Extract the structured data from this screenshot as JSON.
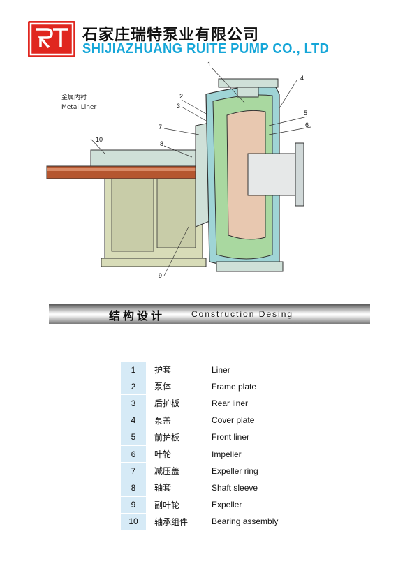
{
  "header": {
    "logo_text": "RT",
    "company_cn": "石家庄瑞特泵业有限公司",
    "company_en": "SHIJIAZHUANG RUITE PUMP CO., LTD",
    "logo_color": "#e0261f",
    "en_color": "#15a6d8"
  },
  "diagram": {
    "metal_liner_cn": "金属内衬",
    "metal_liner_en": "Metal Liner",
    "callouts": [
      "1",
      "2",
      "3",
      "4",
      "5",
      "6",
      "7",
      "8",
      "9",
      "10"
    ]
  },
  "banner": {
    "title_cn": "结构设计",
    "title_en": "Construction  Desing"
  },
  "parts": [
    {
      "no": "1",
      "cn": "护套",
      "en": "Liner"
    },
    {
      "no": "2",
      "cn": "泵体",
      "en": "Frame plate"
    },
    {
      "no": "3",
      "cn": "后护板",
      "en": "Rear liner"
    },
    {
      "no": "4",
      "cn": "泵盖",
      "en": "Cover plate"
    },
    {
      "no": "5",
      "cn": "前护板",
      "en": "Front liner"
    },
    {
      "no": "6",
      "cn": "叶轮",
      "en": "Impeller"
    },
    {
      "no": "7",
      "cn": "减压盖",
      "en": "Expeller ring"
    },
    {
      "no": "8",
      "cn": "轴套",
      "en": "Shaft  sleeve"
    },
    {
      "no": "9",
      "cn": "副叶轮",
      "en": "Expeller"
    },
    {
      "no": "10",
      "cn": "轴承组件",
      "en": "Bearing assembly"
    }
  ]
}
